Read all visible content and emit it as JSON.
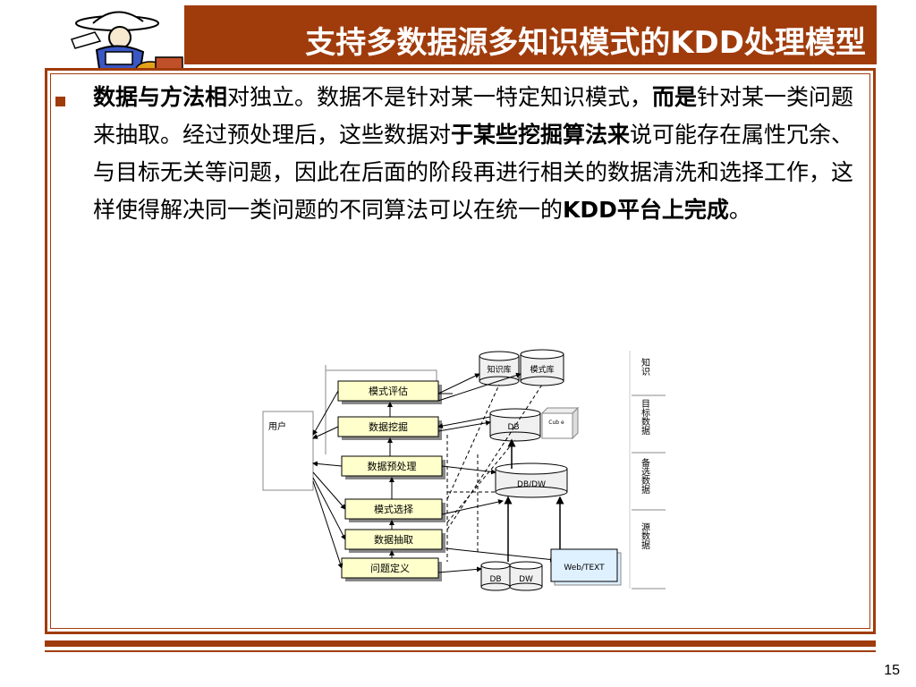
{
  "slide": {
    "title": "支持多数据源多知识模式的KDD处理模型",
    "page_number": "15",
    "accent_color": "#a03c0c"
  },
  "body": {
    "bullet_icon": "square-bullet-icon",
    "segments": [
      {
        "text": "数据与方法相",
        "bold": true
      },
      {
        "text": "对独立。数据不是针对某一特定知识模式，",
        "bold": false
      },
      {
        "text": "而是",
        "bold": true
      },
      {
        "text": "针对某一类问题来抽取。经过预处理后，这些数据对",
        "bold": false
      },
      {
        "text": "于某些挖掘算法来",
        "bold": true
      },
      {
        "text": "说可能存在属性冗余、与目标无关等问题，因此在后面的阶段再进行相关的数据清洗和选择工作，这样使得解决同一类问题的不同算法可以在统一的",
        "bold": false
      },
      {
        "text": "KDD平台上完成",
        "bold": true
      },
      {
        "text": "。",
        "bold": false
      }
    ]
  },
  "diagram": {
    "user_label": "用户",
    "process_steps": [
      "模式评估",
      "数据挖掘",
      "数据预处理",
      "模式选择",
      "数据抽取",
      "问题定义"
    ],
    "knowledge_db": "知识库",
    "pattern_db": "模式库",
    "db_label": "DB",
    "cube_label": "Cub e",
    "dbdw_label": "DB/DW",
    "source_db": "DB",
    "source_dw": "DW",
    "web_text": "Web/TEXT",
    "layers": [
      "知识",
      "目标数据",
      "备选数据",
      "源数据"
    ]
  }
}
